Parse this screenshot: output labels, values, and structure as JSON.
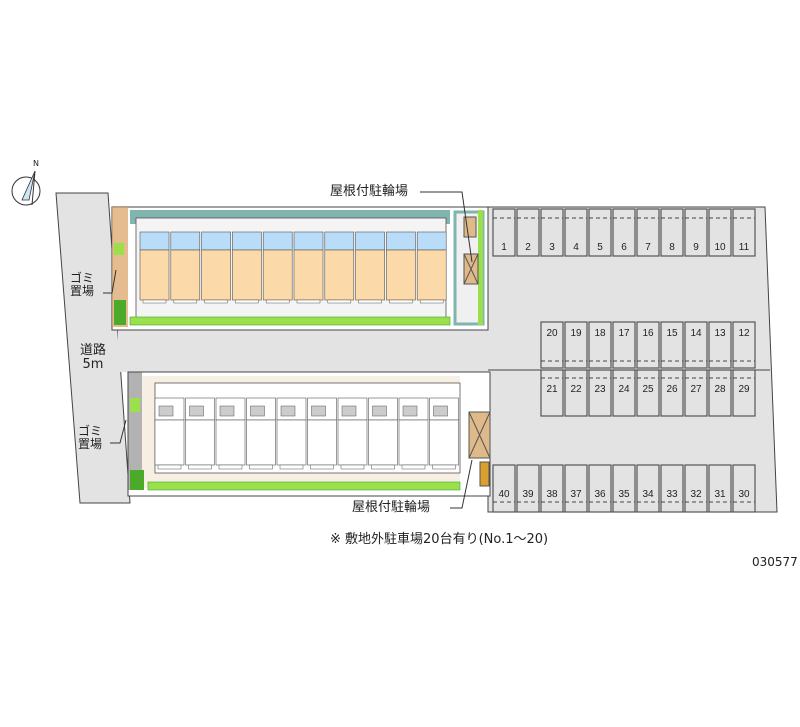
{
  "labels": {
    "bike_parking_top": "屋根付駐輪場",
    "bike_parking_bottom": "屋根付駐輪場",
    "garbage_top_1": "ゴミ",
    "garbage_top_2": "置場",
    "garbage_bottom_1": "ゴミ",
    "garbage_bottom_2": "置場",
    "road_1": "道路",
    "road_2": "5m",
    "note": "※ 敷地外駐車場20台有り(No.1〜20)",
    "code": "030577",
    "compass_north": "N"
  },
  "parking": {
    "row_top": [
      "1",
      "2",
      "3",
      "4",
      "5",
      "6",
      "7",
      "8",
      "9",
      "10",
      "11"
    ],
    "row_mid_upper": [
      "20",
      "19",
      "18",
      "17",
      "16",
      "15",
      "14",
      "13",
      "12"
    ],
    "row_mid_lower": [
      "21",
      "22",
      "23",
      "24",
      "25",
      "26",
      "27",
      "28",
      "29"
    ],
    "row_bottom": [
      "40",
      "39",
      "38",
      "37",
      "36",
      "35",
      "34",
      "33",
      "32",
      "31",
      "30"
    ]
  },
  "buildings": {
    "top_units": 10,
    "bottom_units": 10
  },
  "colors": {
    "ground": "#e6e6e6",
    "blue": "#b9dcf8",
    "beige": "#fcd9a8",
    "hedge": "#9be04a",
    "teal": "#7fb5ae",
    "bike": "#e0b98a"
  }
}
